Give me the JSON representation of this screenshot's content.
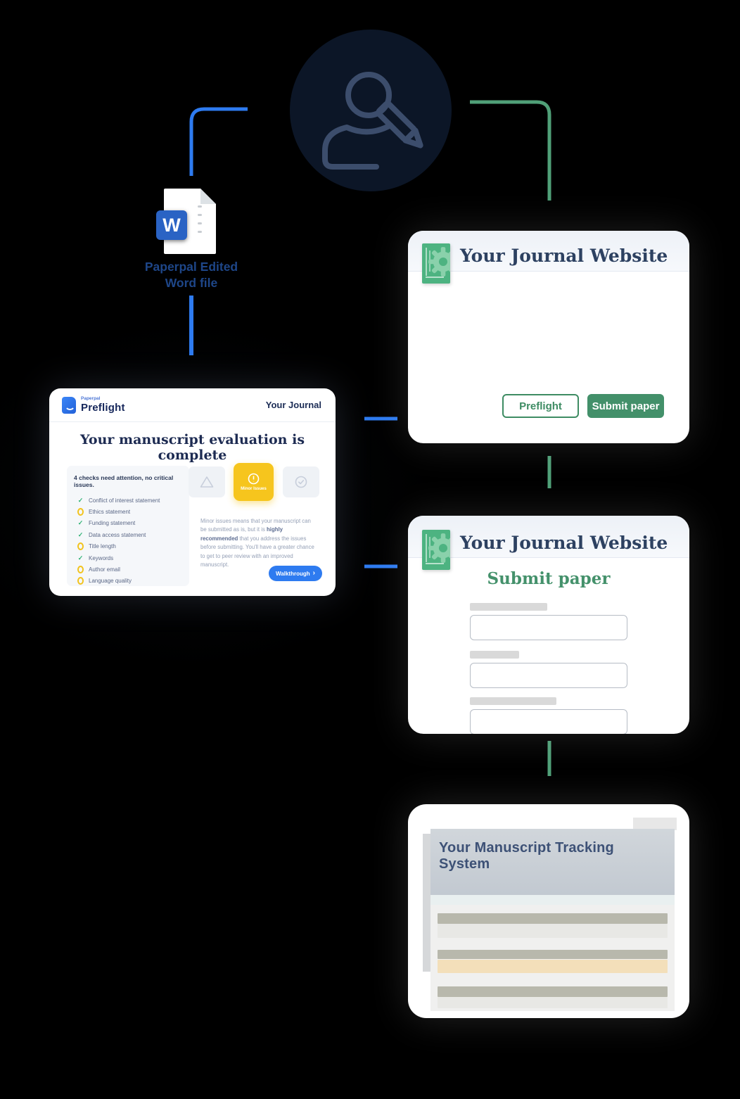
{
  "colors": {
    "background": "#000000",
    "arrow_blue": "#2e7bf0",
    "arrow_green": "#50a078",
    "navy_heading": "#2d4161",
    "journal_green": "#43906a",
    "minor_issues_yellow": "#f6c51d",
    "check_green": "#2eb274",
    "word_blue": "#2a63c4"
  },
  "icons": {
    "author": "person-edit-icon",
    "word_file": "word-document-icon",
    "paperpal_logo": "paperpal-logo-icon",
    "journal_cover": "journal-cover-icon",
    "critical": "warning-triangle-icon",
    "minor": "exclamation-circle-icon",
    "pass": "check-circle-icon"
  },
  "word_file": {
    "badge_letter": "W",
    "label_line1": "Paperpal Edited",
    "label_line2": "Word file"
  },
  "preflight_card": {
    "brand_small": "Paperpal",
    "brand_name": "Preflight",
    "header_right": "Your Journal",
    "title": "Your manuscript evaluation is complete",
    "summary": "4 checks need attention, no critical issues.",
    "checklist": [
      {
        "label": "Conflict of interest statement",
        "status": "pass"
      },
      {
        "label": "Ethics statement",
        "status": "warn"
      },
      {
        "label": "Funding statement",
        "status": "pass"
      },
      {
        "label": "Data access statement",
        "status": "pass"
      },
      {
        "label": "Title length",
        "status": "warn"
      },
      {
        "label": "Keywords",
        "status": "pass"
      },
      {
        "label": "Author email",
        "status": "warn"
      },
      {
        "label": "Language quality",
        "status": "warn"
      }
    ],
    "minor_tile_label": "Minor Issues",
    "description": {
      "p1": "Minor issues means that your manuscript can be submitted as is, but it is ",
      "bold": "highly recommended",
      "p2": " that you address the issues before submitting. You'll have a greater chance to get to peer review with an improved manuscript."
    },
    "walkthrough_label": "Walkthrough",
    "walkthrough_chevron": "›"
  },
  "journal_card_top": {
    "title": "Your Journal Website",
    "preflight_button": "Preflight",
    "submit_button": "Submit paper"
  },
  "journal_card_submit": {
    "title": "Your Journal Website",
    "heading": "Submit paper"
  },
  "tracking_card": {
    "title": "Your Manuscript Tracking System"
  }
}
